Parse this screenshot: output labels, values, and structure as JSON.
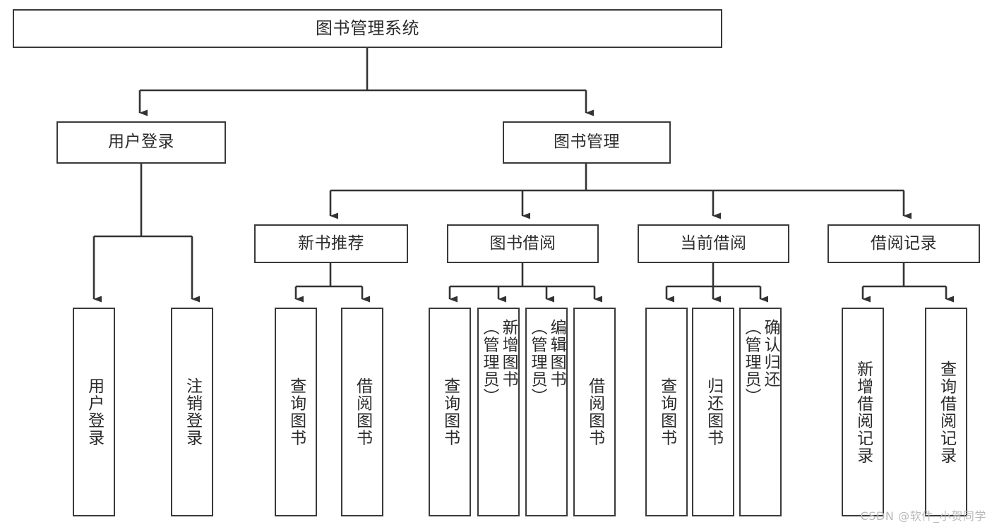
{
  "diagram": {
    "type": "tree",
    "title": "图书管理系统",
    "watermark": "CSDN @软件_小贺同学",
    "colors": {
      "box_stroke": "#3a3a3a",
      "edge_stroke": "#333333",
      "background": "#ffffff",
      "text": "#2b2b2b",
      "watermark": "#b9b9b9"
    },
    "levels": {
      "level1": [
        "图书管理系统"
      ],
      "level2": [
        "用户登录",
        "图书管理"
      ],
      "level3": [
        "新书推荐",
        "图书借阅",
        "当前借阅",
        "借阅记录"
      ],
      "level4": [
        "用户登录",
        "注销登录",
        "查询图书",
        "借阅图书",
        "查询图书",
        "新增图书（管理员）",
        "编辑图书（管理员）",
        "借阅图书",
        "查询图书",
        "归还图书",
        "确认归还（管理员）",
        "新增借阅记录",
        "查询借阅记录"
      ]
    },
    "nodes": {
      "root": {
        "label": "图书管理系统"
      },
      "user_login": {
        "label": "用户登录"
      },
      "book_manage": {
        "label": "图书管理"
      },
      "new_book_rec": {
        "label": "新书推荐"
      },
      "book_borrow": {
        "label": "图书借阅"
      },
      "current_borrow": {
        "label": "当前借阅"
      },
      "borrow_record": {
        "label": "借阅记录"
      },
      "leaf_user_login": {
        "label": "用户登录"
      },
      "leaf_logout": {
        "label": "注销登录"
      },
      "leaf_query_book_1": {
        "label": "查询图书"
      },
      "leaf_borrow_book_1": {
        "label": "借阅图书"
      },
      "leaf_query_book_2": {
        "label": "查询图书"
      },
      "leaf_add_book_admin": {
        "label": "新增图书\n（管理员）"
      },
      "leaf_edit_book_admin": {
        "label": "编辑图书\n（管理员）"
      },
      "leaf_borrow_book_2": {
        "label": "借阅图书"
      },
      "leaf_query_book_3": {
        "label": "查询图书"
      },
      "leaf_return_book": {
        "label": "归还图书"
      },
      "leaf_confirm_return_admin": {
        "label": "确认归还\n（管理员）"
      },
      "leaf_add_record": {
        "label": "新增借阅记录"
      },
      "leaf_query_record": {
        "label": "查询借阅记录"
      }
    },
    "edges": [
      {
        "from": "root",
        "to": "user_login"
      },
      {
        "from": "root",
        "to": "book_manage"
      },
      {
        "from": "user_login",
        "to": "leaf_user_login"
      },
      {
        "from": "user_login",
        "to": "leaf_logout"
      },
      {
        "from": "book_manage",
        "to": "new_book_rec"
      },
      {
        "from": "book_manage",
        "to": "book_borrow"
      },
      {
        "from": "book_manage",
        "to": "current_borrow"
      },
      {
        "from": "book_manage",
        "to": "borrow_record"
      },
      {
        "from": "new_book_rec",
        "to": "leaf_query_book_1"
      },
      {
        "from": "new_book_rec",
        "to": "leaf_borrow_book_1"
      },
      {
        "from": "book_borrow",
        "to": "leaf_query_book_2"
      },
      {
        "from": "book_borrow",
        "to": "leaf_add_book_admin"
      },
      {
        "from": "book_borrow",
        "to": "leaf_edit_book_admin"
      },
      {
        "from": "book_borrow",
        "to": "leaf_borrow_book_2"
      },
      {
        "from": "current_borrow",
        "to": "leaf_query_book_3"
      },
      {
        "from": "current_borrow",
        "to": "leaf_return_book"
      },
      {
        "from": "current_borrow",
        "to": "leaf_confirm_return_admin"
      },
      {
        "from": "borrow_record",
        "to": "leaf_add_record"
      },
      {
        "from": "borrow_record",
        "to": "leaf_query_record"
      }
    ]
  }
}
